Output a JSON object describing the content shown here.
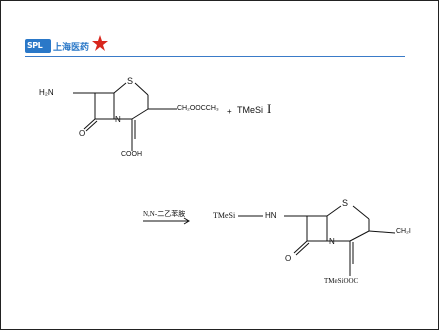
{
  "header": {
    "logo_abbrev": "SPL",
    "logo_name": "上海医药",
    "accent_color": "#2a78c8",
    "star_color": "#d8261d"
  },
  "reaction1": {
    "amino": "H₂N",
    "sulfur": "S",
    "nitrogen": "N",
    "oxygen": "O",
    "side_chain": "CH₂OOCCH₃",
    "carboxyl": "COOH",
    "plus": "+",
    "reagent": "TMeSi",
    "iodide": "I"
  },
  "reaction2": {
    "condition": "N,N-二乙苯胺",
    "silyl_left": "TMeSi",
    "hn": "HN",
    "sulfur": "S",
    "nitrogen": "N",
    "oxygen": "O",
    "iodomethyl": "CH₂I",
    "ester": "TMeSiOOC"
  }
}
